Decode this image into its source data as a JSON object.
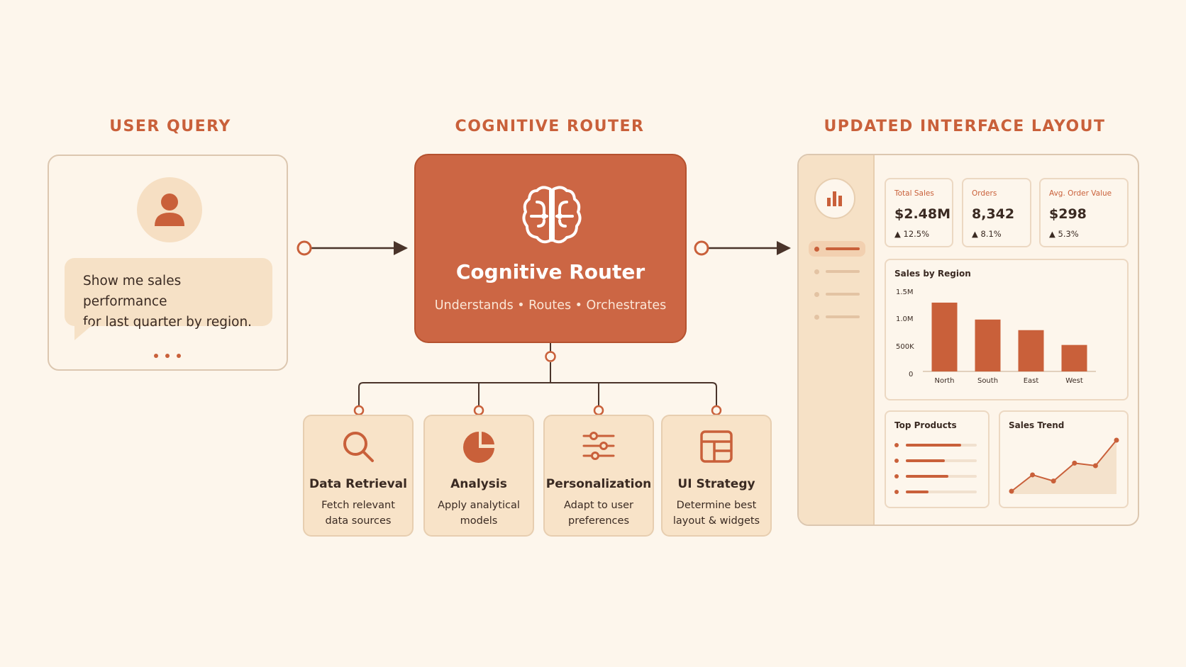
{
  "columns": {
    "user_query": "USER QUERY",
    "router": "COGNITIVE ROUTER",
    "layout": "UPDATED INTERFACE LAYOUT"
  },
  "query": {
    "line1": "Show me sales performance",
    "line2": "for last quarter by region.",
    "icons": [
      "user-avatar-icon",
      "typing-dots-icon"
    ]
  },
  "router": {
    "title": "Cognitive Router",
    "subtitle": "Understands • Routes • Orchestrates",
    "icon": "brain-circuit-icon"
  },
  "capabilities": [
    {
      "title": "Data Retrieval",
      "desc1": "Fetch relevant",
      "desc2": "data sources",
      "icon": "magnifier-icon"
    },
    {
      "title": "Analysis",
      "desc1": "Apply analytical",
      "desc2": "models",
      "icon": "pie-chart-icon"
    },
    {
      "title": "Personalization",
      "desc1": "Adapt to user",
      "desc2": "preferences",
      "icon": "sliders-icon"
    },
    {
      "title": "UI Strategy",
      "desc1": "Determine best",
      "desc2": "layout & widgets",
      "icon": "layout-grid-icon"
    }
  ],
  "dashboard": {
    "logo_icon": "bar-chart-icon",
    "kpis": [
      {
        "label": "Total Sales",
        "value": "$2.48M",
        "delta": "▲ 12.5%"
      },
      {
        "label": "Orders",
        "value": "8,342",
        "delta": "▲ 8.1%"
      },
      {
        "label": "Avg. Order Value",
        "value": "$298",
        "delta": "▲ 5.3%"
      }
    ],
    "region_title": "Sales by Region",
    "products_title": "Top Products",
    "trend_title": "Sales Trend",
    "product_levels": [
      0.78,
      0.55,
      0.6,
      0.32
    ],
    "trend_values": [
      0,
      0.32,
      0.2,
      0.55,
      0.5,
      1.0
    ]
  },
  "chart_data": {
    "type": "bar",
    "title": "Sales by Region",
    "categories": [
      "North",
      "South",
      "East",
      "West"
    ],
    "values": [
      1300000,
      980000,
      780000,
      500000
    ],
    "yticks": [
      "1.5M",
      "1.0M",
      "500K",
      "0"
    ],
    "ylim": [
      0,
      1500000
    ],
    "grid": false
  },
  "colors": {
    "accent": "#c9603a",
    "router": "#cc6644",
    "background": "#fdf6ec",
    "card": "#f8e3c8",
    "line": "#4a342a"
  }
}
